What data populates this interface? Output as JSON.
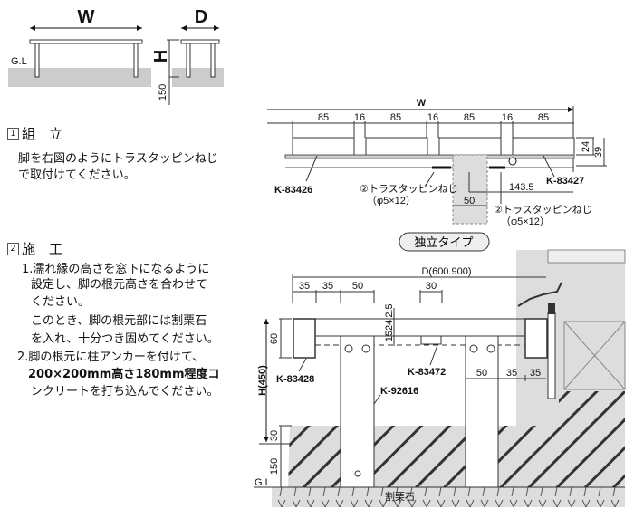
{
  "overview": {
    "w_label": "W",
    "d_label": "D",
    "h_label": "H",
    "gl_label": "G.L",
    "depth_150": "150"
  },
  "section1": {
    "number": "1",
    "title": "組　立",
    "lines": [
      "脚を右図のようにトラスタッピンねじ",
      "で取付けてください。"
    ]
  },
  "section2": {
    "number": "2",
    "title": "施　工",
    "lines": [
      "1.濡れ縁の高さを窓下になるように",
      "設定し、脚の根元高さを合わせて",
      "ください。",
      "このとき、脚の根元部には割栗石",
      "を入れ、十分つき固めてください。",
      "2.脚の根元に柱アンカーを付けて、",
      "200×200mm高さ180mm程度コ",
      "ンクリートを打ち込んでください。"
    ]
  },
  "plan": {
    "w": "W",
    "board": "85",
    "gap": "16",
    "h24": "24",
    "h39": "39",
    "part_left": "K-83426",
    "part_right": "K-83427",
    "screw1": "②トラスタッピンねじ",
    "screw1_size": "（φ5×12）",
    "screw2": "②トラスタッピンねじ",
    "screw2_size": "（φ5×12）",
    "offset": "143.5",
    "post_width": "50"
  },
  "section": {
    "badge": "独立タイプ",
    "depth": "D(600.900)",
    "d35a": "35",
    "d35b": "35",
    "d50": "50",
    "d30": "30",
    "d25": "2.5",
    "d1524": "1524",
    "h60": "60",
    "height": "H(450)",
    "d30b": "30",
    "d150": "150",
    "gl": "G.L",
    "gravel": "割栗石",
    "part_beam": "K-83428",
    "part_bracket": "K-83472",
    "part_post": "K-92616",
    "r50": "50",
    "r35a": "35",
    "r35b": "35"
  }
}
